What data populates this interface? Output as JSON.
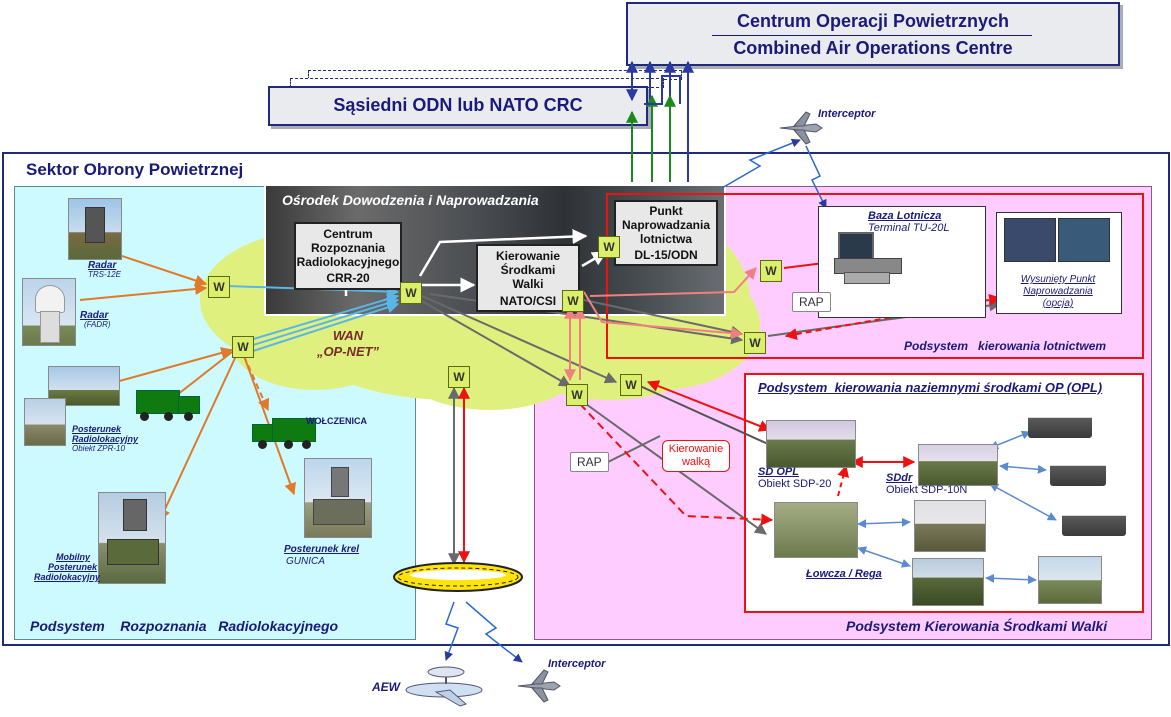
{
  "caoc": {
    "line1": "Centrum Operacji Powietrznych",
    "line2": "Combined Air Operations Centre"
  },
  "neighbor": {
    "label": "Sąsiedni ODN lub NATO CRC"
  },
  "sector": {
    "title": "Sektor Obrony Powietrznej"
  },
  "command_center": {
    "title": "Ośrodek Dowodzenia i Naprowadzania"
  },
  "crr": {
    "line1": "Centrum",
    "line2": "Rozpoznania",
    "line3": "Radiolokacyjnego",
    "line4": "CRR-20"
  },
  "ksw": {
    "line1": "Kierowanie",
    "line2": "Środkami",
    "line3": "Walki",
    "line4": "NATO/CSI"
  },
  "pnl": {
    "line1": "Punkt",
    "line2": "Naprowadzania",
    "line3": "lotnictwa",
    "line4": "DL-15/ODN"
  },
  "wan": {
    "line1": "WAN",
    "line2": "„OP-NET”"
  },
  "w_label": "W",
  "radar1": {
    "name": "Radar",
    "model": "TRS-12E"
  },
  "radar2": {
    "name": "Radar",
    "model": "(FADR)"
  },
  "posterunek": {
    "line1": "Posterunek",
    "line2": "Radiolokacyjny",
    "model": "Obiekt ZPR-10"
  },
  "wolczenica": {
    "label": "WOŁCZENICA"
  },
  "mobilny": {
    "line1": "Mobilny",
    "line2": "Posterunek",
    "line3": "Radiolokacyjny"
  },
  "krel": {
    "name": "Posterunek krel",
    "model": "GUNICA"
  },
  "subsystem_recon": {
    "label": "Podsystem    Rozpoznania   Radiolokacyjnego"
  },
  "baza": {
    "name": "Baza Lotnicza",
    "terminal": "Terminal TU-20L"
  },
  "wysuniety": {
    "line1": "Wysunięty Punkt",
    "line2": "Naprowadzania",
    "line3": "(opcja)"
  },
  "rap": "RAP",
  "subsystem_aviation": {
    "label": "Podsystem   kierowania lotnictwem"
  },
  "subsystem_opl": {
    "label": "Podsystem  kierowania naziemnymi środkami OP (OPL)"
  },
  "kierowanie_walka": {
    "line1": "Kierowanie",
    "line2": "walką"
  },
  "sd_opl": {
    "name": "SD OPL",
    "model": "Obiekt SDP-20"
  },
  "sdr": {
    "name": "SDdr",
    "model": "Obiekt SDP-10N"
  },
  "lowcza": {
    "label": "Łowcza / Rega"
  },
  "subsystem_combat": {
    "label": "Podsystem Kierowania Środkami Walki"
  },
  "interceptor": "Interceptor",
  "aew": "AEW",
  "colors": {
    "navy": "#1f2a7a",
    "cyan_panel": "#ccfaff",
    "pink_panel": "#ffccff",
    "red_frame": "#ee1111",
    "green_link": "#1a8a1a",
    "blue_link": "#2a3aa0",
    "cloud": "#dff07f",
    "w_node": "#dcef6a"
  }
}
